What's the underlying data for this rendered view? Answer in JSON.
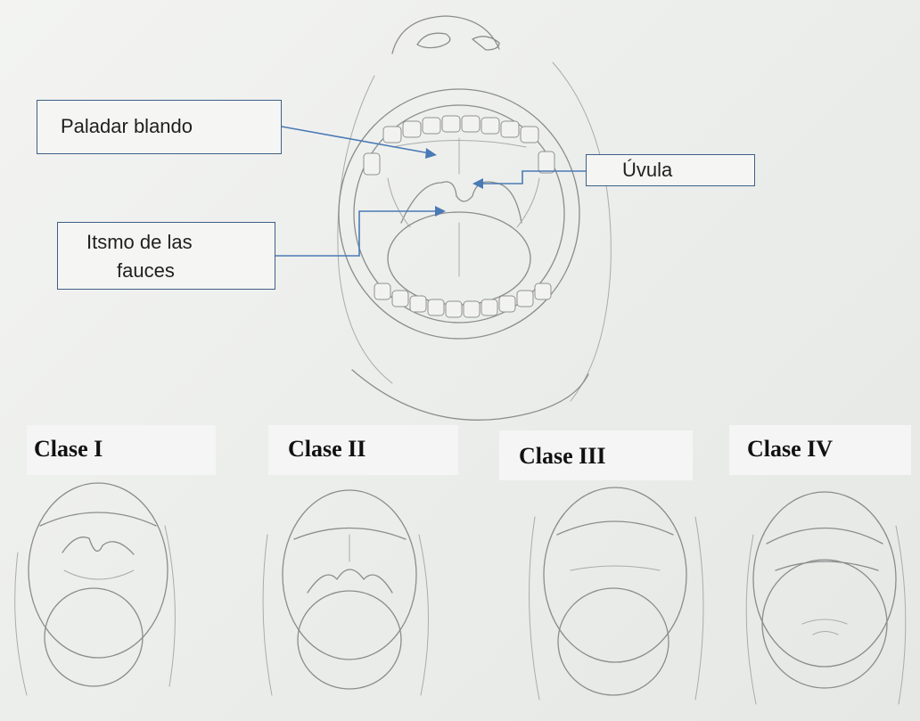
{
  "labels": {
    "soft_palate": "Paladar blando",
    "uvula": "Úvula",
    "isthmus_line1": "Itsmo de las",
    "isthmus_line2": "fauces"
  },
  "classes": [
    "Clase I",
    "Clase II",
    "Clase III",
    "Clase IV"
  ],
  "colors": {
    "callout_border": "#3f5f86",
    "arrow": "#4a7ab5",
    "pencil": "#8a8d8c",
    "paper": "#eceeec"
  }
}
